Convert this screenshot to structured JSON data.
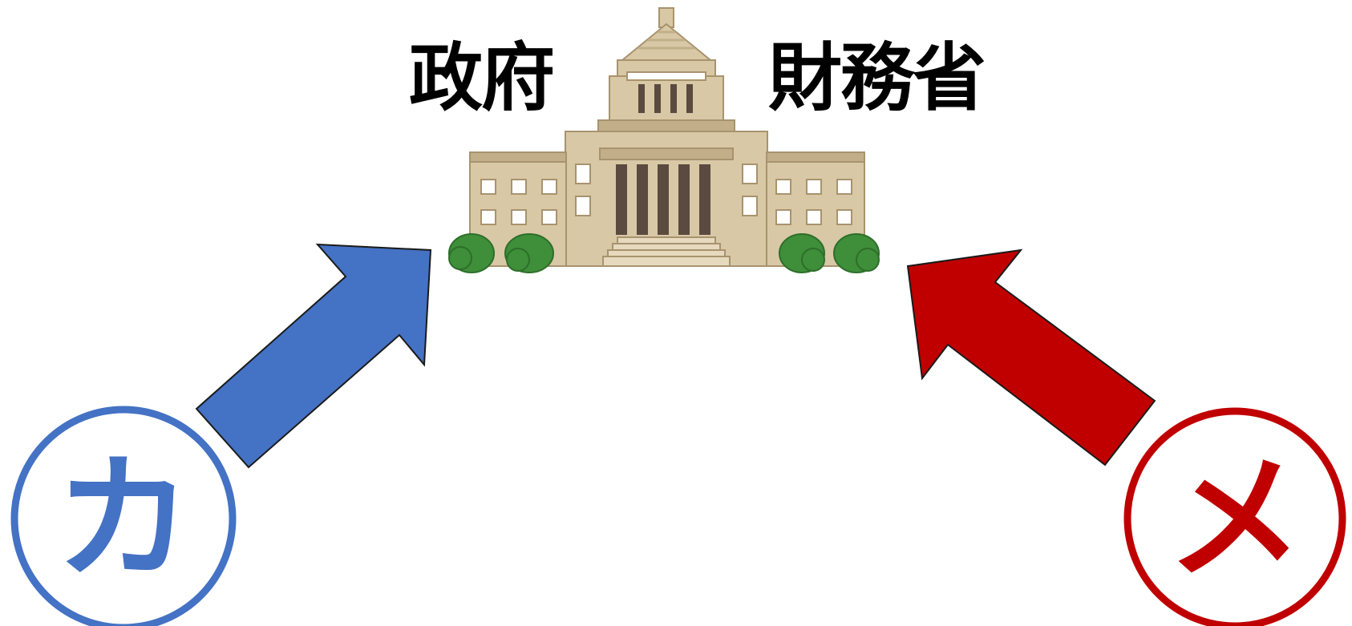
{
  "labels": {
    "left": "政府",
    "right": "財務省"
  },
  "badges": {
    "left": {
      "char": "カ",
      "color": "#4472C4"
    },
    "right": {
      "char": "メ",
      "color": "#C00000"
    }
  },
  "arrows": {
    "left_color": "#4472C4",
    "right_color": "#C00000",
    "stroke_color": "#1a1a1a"
  },
  "building": {
    "icon": "national-diet-building-icon",
    "stone_color": "#D8C8A6",
    "shade_color": "#C2AF8A",
    "window_color": "#FFFFFF",
    "column_dark": "#5B4A3F",
    "bush_color": "#3E8E3A"
  }
}
